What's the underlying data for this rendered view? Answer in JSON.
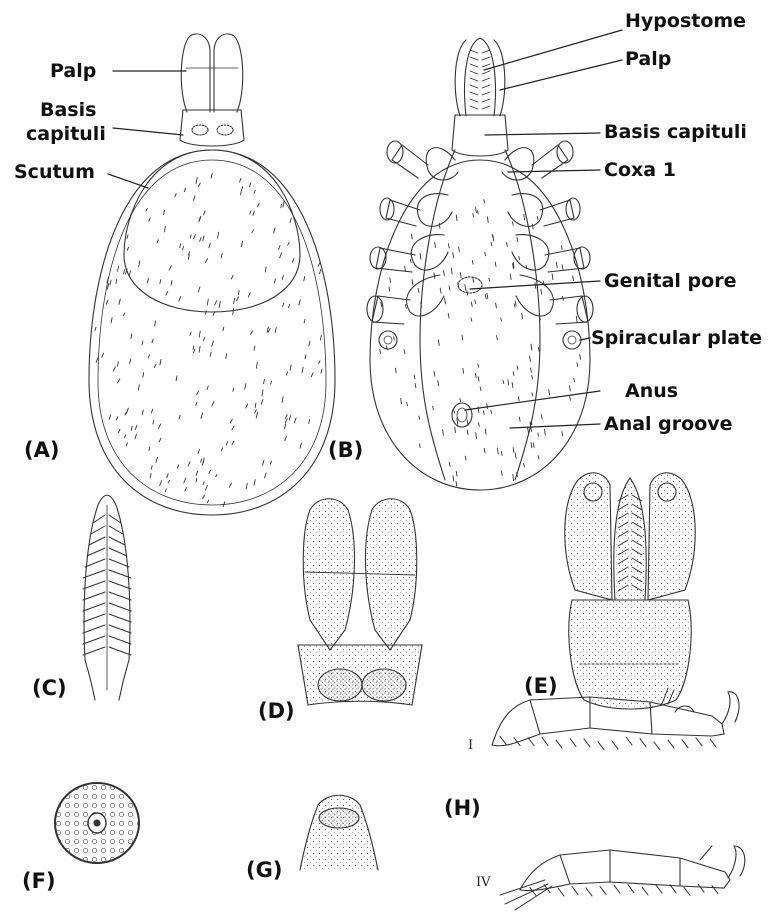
{
  "labels_a": {
    "palp": "Palp",
    "basis_line1": "Basis",
    "basis_line2": "capituli",
    "scutum": "Scutum"
  },
  "labels_b": {
    "hypostome": "Hypostome",
    "palp": "Palp",
    "basis_capituli": "Basis capituli",
    "coxa": "Coxa 1",
    "genital_pore": "Genital pore",
    "spiracular_plate": "Spiracular plate",
    "anus": "Anus",
    "anal_groove": "Anal groove"
  },
  "panels": {
    "a": "(A)",
    "b": "(B)",
    "c": "(C)",
    "d": "(D)",
    "e": "(E)",
    "f": "(F)",
    "g": "(G)",
    "h": "(H)"
  },
  "leg_labels": {
    "leg_one": "I",
    "leg_four": "IV"
  },
  "colors": {
    "ink": "#111111",
    "line": "#333333",
    "paper": "#ffffff"
  }
}
